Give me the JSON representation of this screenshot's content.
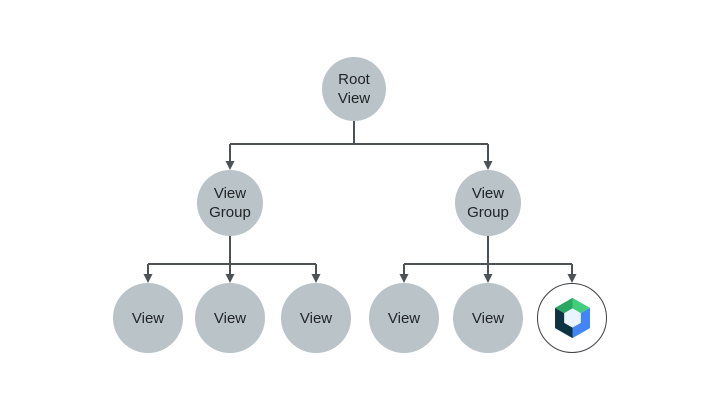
{
  "colors": {
    "node_fill": "#b9c3c8",
    "line": "#4d5257",
    "text": "#1f2326",
    "background": "#ffffff",
    "compose_green_light": "#41ce7c",
    "compose_green_dark": "#28a860",
    "compose_blue": "#4285f4",
    "compose_navy": "#0c3343",
    "compose_center": "#e9f4fc",
    "compose_ring": "#3c4043"
  },
  "diagram": {
    "type": "tree",
    "root": {
      "label": "Root\nView"
    },
    "left_group": {
      "label": "View\nGroup"
    },
    "right_group": {
      "label": "View\nGroup"
    },
    "left_children": [
      "View",
      "View",
      "View"
    ],
    "right_children": [
      "View",
      "View"
    ],
    "compose_node": {
      "icon": "jetpack-compose-logo"
    }
  }
}
